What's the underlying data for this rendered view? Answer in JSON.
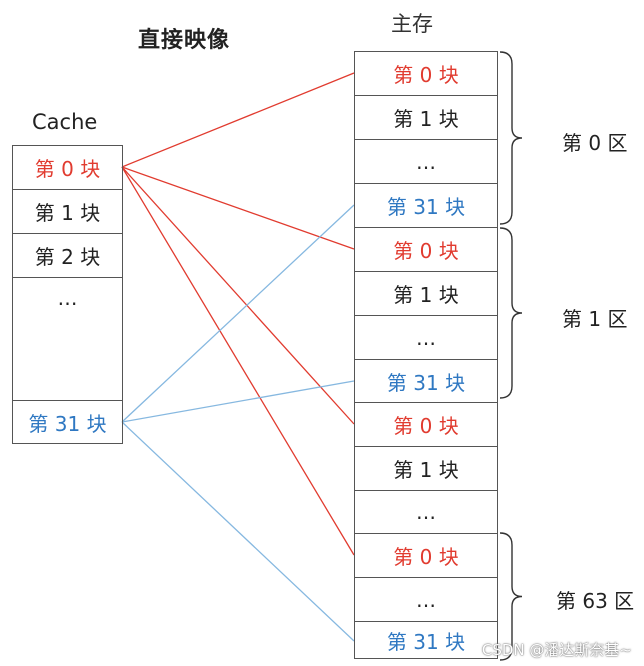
{
  "title": "直接映像",
  "memory_label": "主存",
  "cache_label": "Cache",
  "cache_blocks": [
    {
      "text": "第 0 块",
      "color": "#e13b2f"
    },
    {
      "text": "第 1 块",
      "color": "#222222"
    },
    {
      "text": "第 2 块",
      "color": "#222222"
    },
    {
      "text": "…",
      "color": "#222222"
    },
    {
      "text": "第 31 块",
      "color": "#2f78c2"
    }
  ],
  "memory_blocks": [
    {
      "text": "第 0 块",
      "color": "#e13b2f"
    },
    {
      "text": "第 1 块",
      "color": "#222222"
    },
    {
      "text": "…",
      "color": "#222222"
    },
    {
      "text": "第 31 块",
      "color": "#2f78c2"
    },
    {
      "text": "第 0 块",
      "color": "#e13b2f"
    },
    {
      "text": "第 1 块",
      "color": "#222222"
    },
    {
      "text": "…",
      "color": "#222222"
    },
    {
      "text": "第 31 块",
      "color": "#2f78c2"
    },
    {
      "text": "第 0 块",
      "color": "#e13b2f"
    },
    {
      "text": "第 1 块",
      "color": "#222222"
    },
    {
      "text": "…",
      "color": "#222222"
    },
    {
      "text": "第 0 块",
      "color": "#e13b2f"
    },
    {
      "text": "…",
      "color": "#222222"
    },
    {
      "text": "第 31 块",
      "color": "#2f78c2"
    }
  ],
  "zones": [
    {
      "label": "第 0 区"
    },
    {
      "label": "第 1 区"
    },
    {
      "label": "第 63 区"
    }
  ],
  "mappings": [
    {
      "from_cache": 0,
      "to_memory": [
        0,
        4,
        8,
        11
      ],
      "color": "#e13b2f"
    },
    {
      "from_cache": 4,
      "to_memory": [
        3,
        7,
        13
      ],
      "color": "#86b8e0"
    }
  ],
  "watermark": "CSDN @潘达斯奈基~"
}
